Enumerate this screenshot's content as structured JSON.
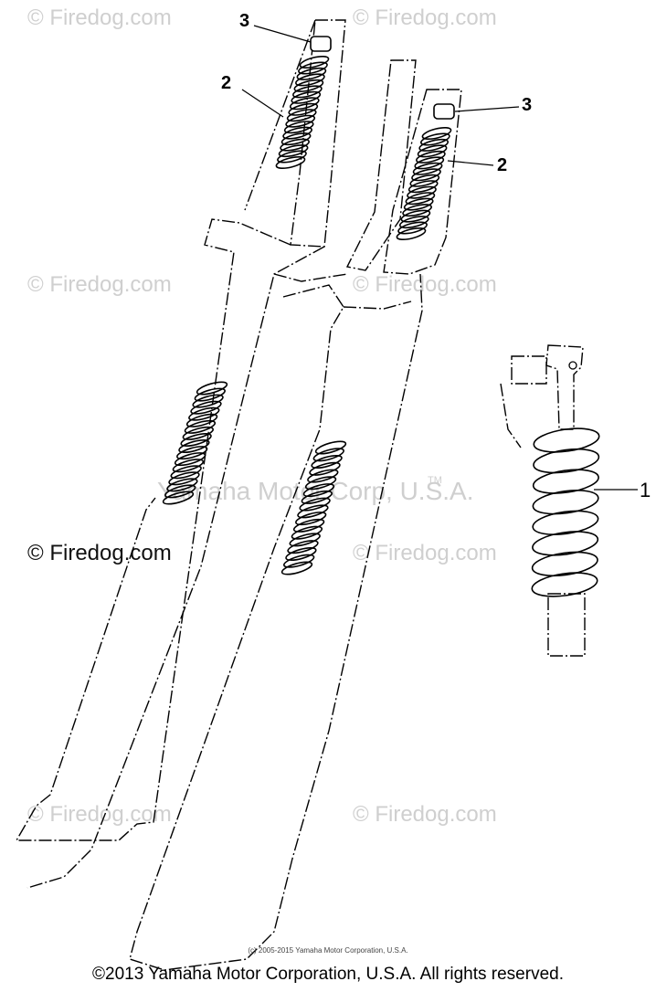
{
  "watermarks": {
    "firedog": "© Firedog.com",
    "center": "Yamaha Motor Corp, U.S.A.",
    "trademark": "TM"
  },
  "callouts": {
    "part_1": "1",
    "part_2": "2",
    "part_3": "3"
  },
  "fine_copyright": "(c) 2005-2015 Yamaha Motor Corporation, U.S.A.",
  "footer": "©2013 Yamaha Motor Corporation, U.S.A. All rights reserved."
}
